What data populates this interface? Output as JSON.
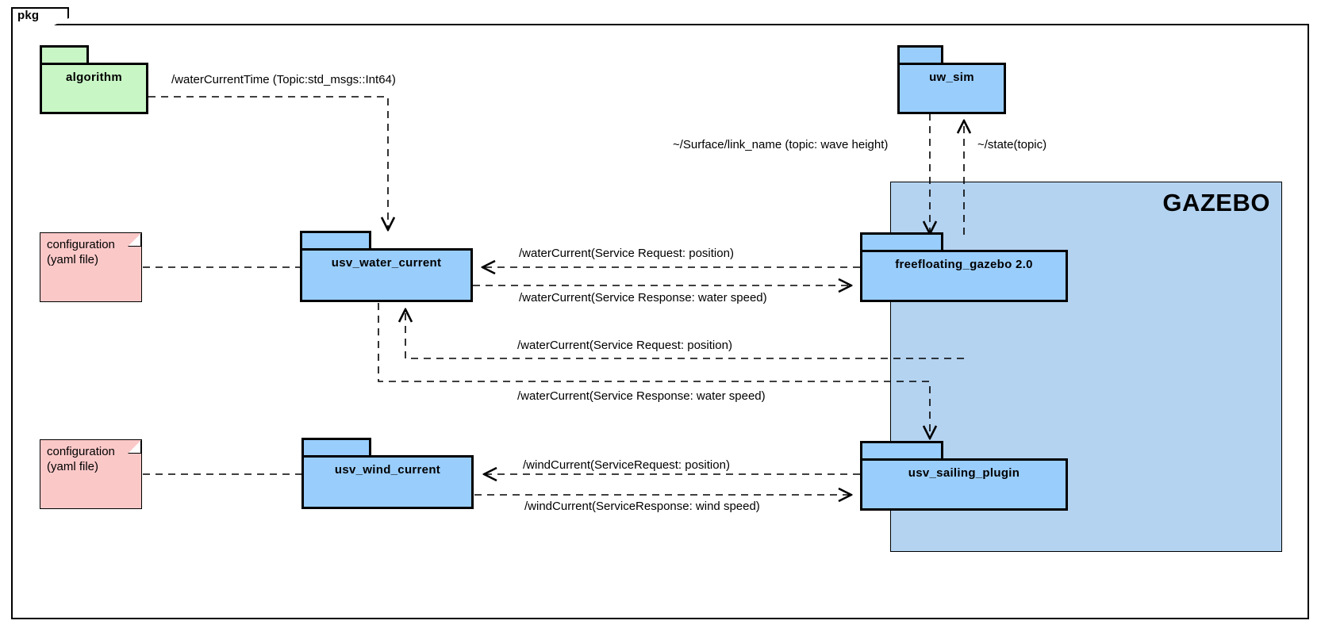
{
  "frame": {
    "tab_label": "pkg"
  },
  "gazebo": {
    "title": "GAZEBO"
  },
  "nodes": {
    "algorithm": {
      "label": "algorithm"
    },
    "usv_water_current": {
      "label": "usv_water_current"
    },
    "usv_wind_current": {
      "label": "usv_wind_current"
    },
    "uw_sim": {
      "label": "uw_sim"
    },
    "freefloating_gazebo": {
      "label": "freefloating_gazebo 2.0"
    },
    "usv_sailing_plugin": {
      "label": "usv_sailing_plugin"
    }
  },
  "notes": {
    "config_water": {
      "text": "configuration\n(yaml file)"
    },
    "config_wind": {
      "text": "configuration\n(yaml file)"
    }
  },
  "edges": {
    "water_current_time": "/waterCurrentTime (Topic:std_msgs::Int64)",
    "surface_link_name": "~/Surface/link_name (topic: wave height)",
    "state_topic": "~/state(topic)",
    "ff_request": "/waterCurrent(Service Request: position)",
    "ff_response": "/waterCurrent(Service Response: water speed)",
    "sail_water_request": "/waterCurrent(Service Request: position)",
    "sail_water_response": "/waterCurrent(Service Response: water speed)",
    "wind_request": "/windCurrent(ServiceRequest: position)",
    "wind_response": "/windCurrent(ServiceResponse: wind speed)"
  },
  "colors": {
    "package_blue": "#99cdfc",
    "package_green": "#c8f7c5",
    "note_pink": "#fbc8c8",
    "gazebo_blue": "#b4d3f0",
    "stroke": "#000000"
  }
}
